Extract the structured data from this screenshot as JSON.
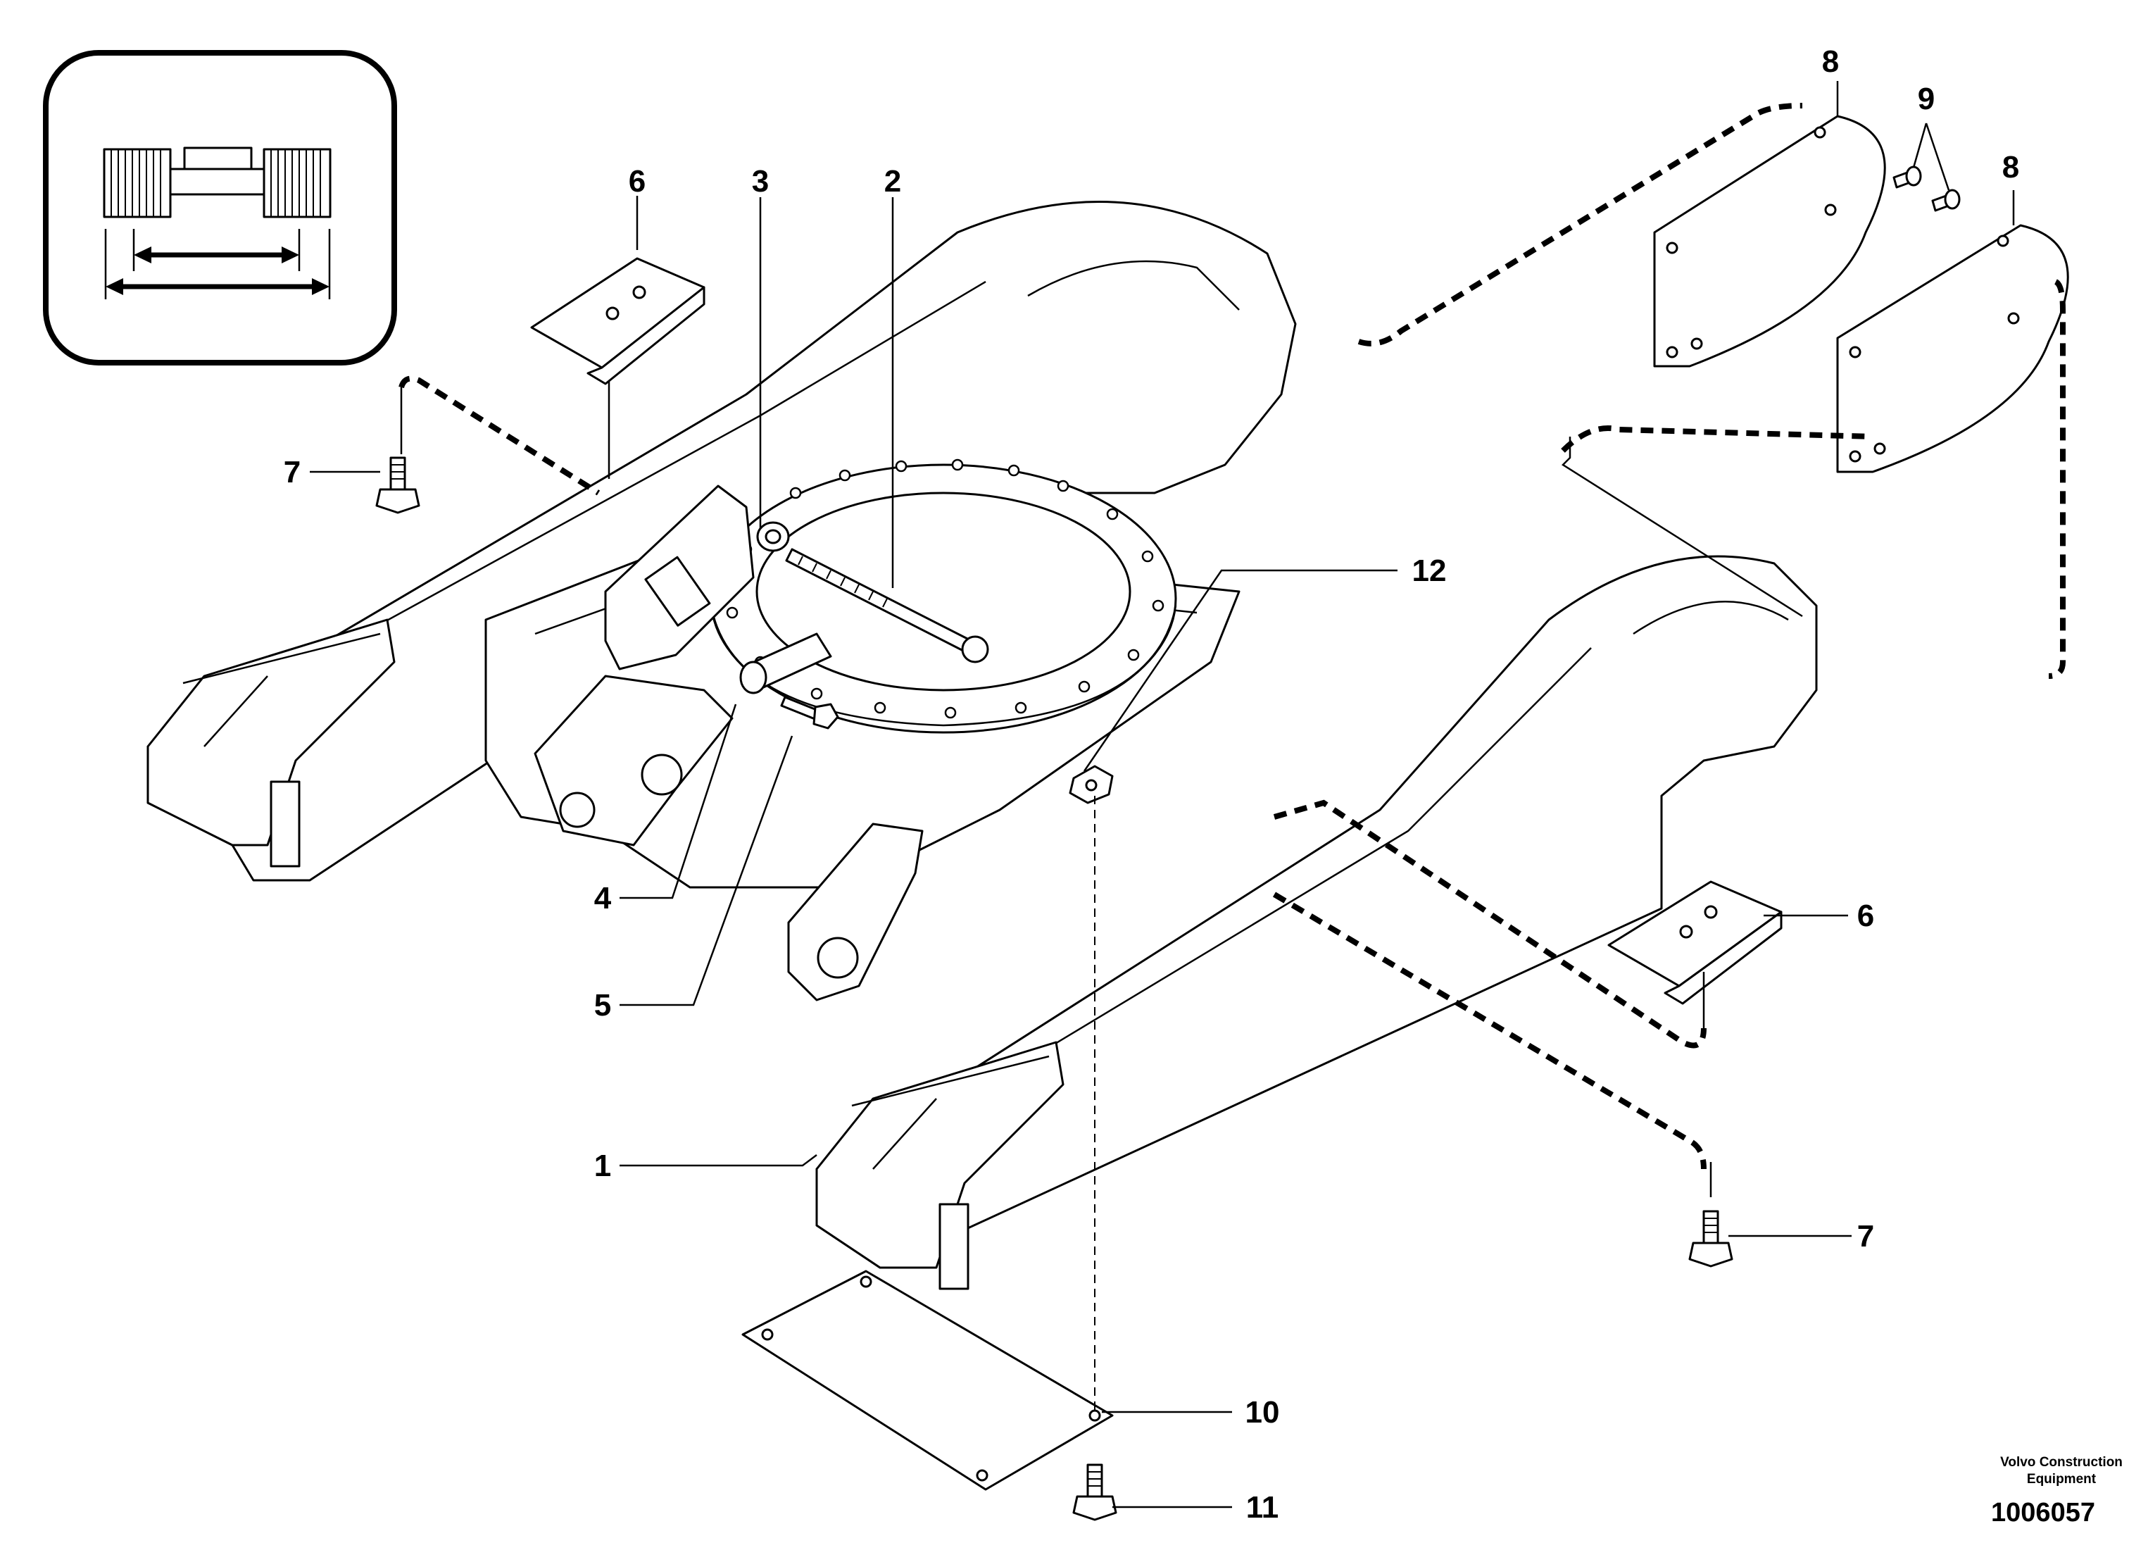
{
  "diagram": {
    "callouts": {
      "c1": "1",
      "c2": "2",
      "c3": "3",
      "c4": "4",
      "c5": "5",
      "c6a": "6",
      "c6b": "6",
      "c7a": "7",
      "c7b": "7",
      "c8a": "8",
      "c8b": "8",
      "c9": "9",
      "c10": "10",
      "c11": "11",
      "c12": "12"
    },
    "brand_line1": "Volvo Construction",
    "brand_line2": "Equipment",
    "document_number": "1006057"
  }
}
